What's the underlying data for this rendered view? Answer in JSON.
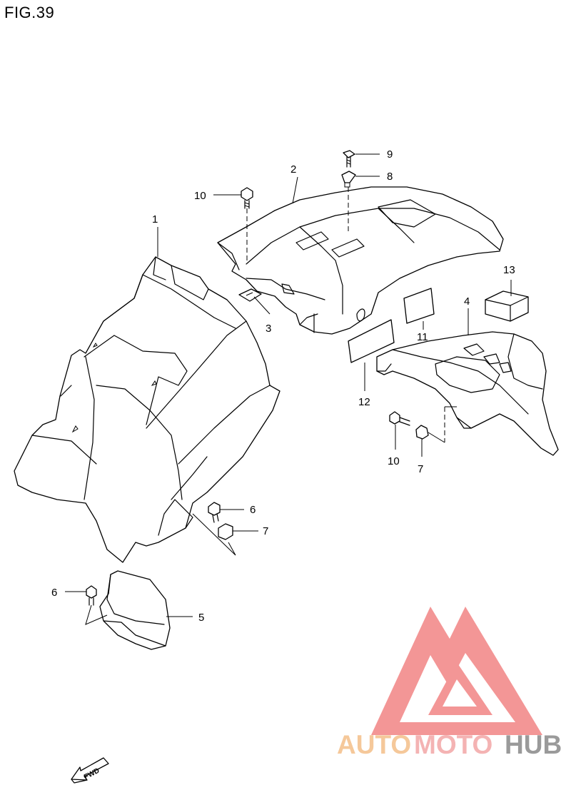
{
  "figure": {
    "title": "FIG.39"
  },
  "callouts": [
    {
      "id": "1",
      "label": "1"
    },
    {
      "id": "2",
      "label": "2"
    },
    {
      "id": "3",
      "label": "3"
    },
    {
      "id": "4",
      "label": "4"
    },
    {
      "id": "5",
      "label": "5"
    },
    {
      "id": "6a",
      "label": "6"
    },
    {
      "id": "6b",
      "label": "6"
    },
    {
      "id": "7a",
      "label": "7"
    },
    {
      "id": "7b",
      "label": "7"
    },
    {
      "id": "8",
      "label": "8"
    },
    {
      "id": "9",
      "label": "9"
    },
    {
      "id": "10a",
      "label": "10"
    },
    {
      "id": "10b",
      "label": "10"
    },
    {
      "id": "11",
      "label": "11"
    },
    {
      "id": "12",
      "label": "12"
    },
    {
      "id": "13",
      "label": "13"
    }
  ],
  "direction_arrow": {
    "label": "FWD"
  },
  "watermark": {
    "word_1": "AUTO",
    "word_2": "MOTO",
    "word_3": "HUB",
    "colors": {
      "logo": "#f28b8b",
      "auto": "#f5c89a",
      "moto": "#f4b3b3",
      "hub": "#9a9a9a"
    }
  }
}
